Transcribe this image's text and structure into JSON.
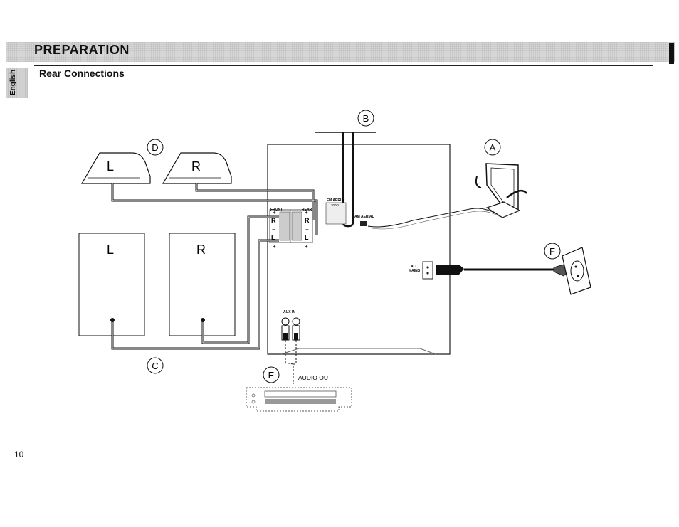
{
  "header": {
    "title": "PREPARATION"
  },
  "sidebar_tab": {
    "label": "English"
  },
  "section": {
    "title": "Rear Connections"
  },
  "page": {
    "number": "10"
  },
  "diagram": {
    "callouts": {
      "a": "A",
      "b": "B",
      "c": "C",
      "d": "D",
      "e": "E",
      "f": "F"
    },
    "speakers": {
      "left": "L",
      "right": "R"
    },
    "panel_labels": {
      "front": "FRONT",
      "rear": "REAR",
      "fm_aerial": "FM AERIAL",
      "fm_impedance": "300Ω",
      "am_aerial": "AM AERIAL",
      "ac": "AC",
      "mains": "MAINS",
      "aux_in": "AUX IN",
      "plus": "+",
      "minus": "−"
    },
    "device": {
      "audio_out": "AUDIO OUT"
    }
  }
}
